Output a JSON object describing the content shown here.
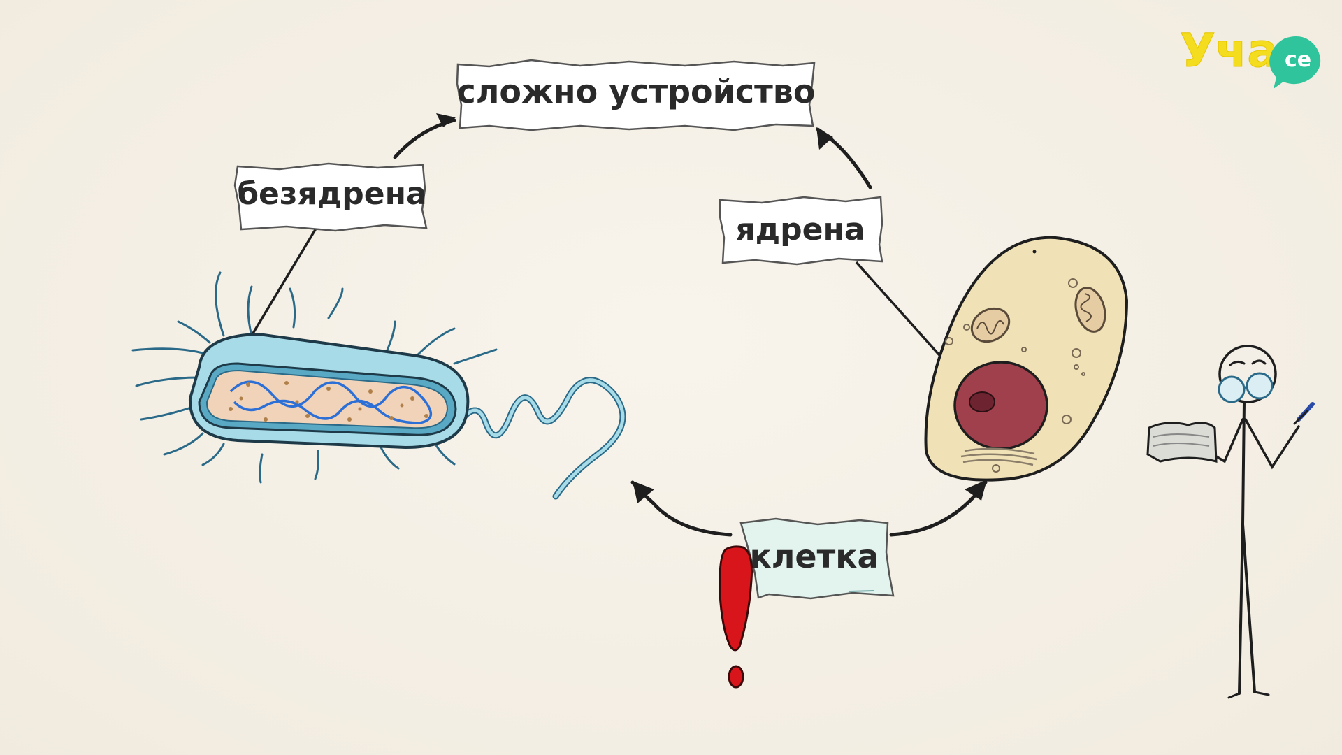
{
  "labels": {
    "top": "сложно устройство",
    "left": "безядрена",
    "right": "ядрена",
    "bottom": "клетка"
  },
  "logo": {
    "main": "Уча",
    "badge": "се"
  },
  "colors": {
    "background": "#f4efe6",
    "note_paper": "#ffffff",
    "note_bottom": "#e3f4ef",
    "logo_yellow": "#f4dc1e",
    "logo_green": "#2fc49b",
    "bacterium_capsule": "#a8dbe8",
    "bacterium_cytoplasm": "#f0d3b8",
    "dna": "#2c6fd6",
    "cell_body": "#f0e2b6",
    "nucleus": "#a0404c",
    "exclamation": "#d8151a"
  },
  "icons": [
    "bacterium-icon",
    "eukaryotic-cell-icon",
    "exclamation-icon",
    "stick-figure-scientist-icon",
    "book-icon",
    "pen-icon"
  ]
}
